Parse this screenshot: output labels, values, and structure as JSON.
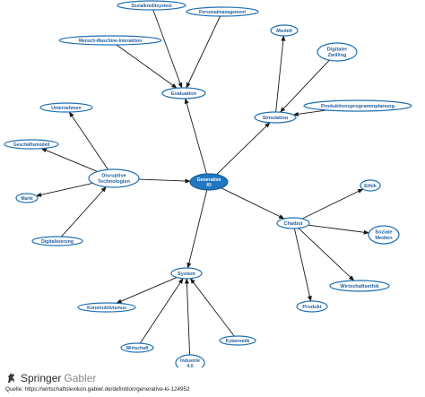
{
  "diagram": {
    "nodes": [
      {
        "id": "center",
        "lines": [
          "Generative",
          "KI"
        ],
        "type": "center"
      },
      {
        "id": "evaluation",
        "lines": [
          "Evaluation"
        ]
      },
      {
        "id": "sozialkredit",
        "lines": [
          "Sozialkreditsystem"
        ]
      },
      {
        "id": "personal",
        "lines": [
          "Personalmanagement"
        ]
      },
      {
        "id": "mmi",
        "lines": [
          "Mensch-Maschine-Interaktion"
        ]
      },
      {
        "id": "simulation",
        "lines": [
          "Simulation"
        ]
      },
      {
        "id": "modell",
        "lines": [
          "Modell"
        ]
      },
      {
        "id": "zwilling",
        "lines": [
          "Digitaler",
          "Zwilling"
        ]
      },
      {
        "id": "produktionsplanung",
        "lines": [
          "Produktionsprogrammplanung"
        ]
      },
      {
        "id": "disruptive",
        "lines": [
          "Disruptive",
          "Technologien"
        ]
      },
      {
        "id": "unternehmen",
        "lines": [
          "Unternehmen"
        ]
      },
      {
        "id": "geschaeftsmodell",
        "lines": [
          "Geschäftsmodell"
        ]
      },
      {
        "id": "markt",
        "lines": [
          "Markt"
        ]
      },
      {
        "id": "digitalisierung",
        "lines": [
          "Digitalisierung"
        ]
      },
      {
        "id": "chatbot",
        "lines": [
          "Chatbot"
        ]
      },
      {
        "id": "ethik",
        "lines": [
          "Ethik"
        ]
      },
      {
        "id": "sozialemedien",
        "lines": [
          "Soziale",
          "Medien"
        ]
      },
      {
        "id": "wirtschaftsethik",
        "lines": [
          "Wirtschaftsethik"
        ]
      },
      {
        "id": "produkt",
        "lines": [
          "Produkt"
        ]
      },
      {
        "id": "system",
        "lines": [
          "System"
        ]
      },
      {
        "id": "konstruktivismus",
        "lines": [
          "Konstruktivismus"
        ]
      },
      {
        "id": "wirtschaft",
        "lines": [
          "Wirtschaft"
        ]
      },
      {
        "id": "industrie",
        "lines": [
          "Industrie",
          "4.0"
        ]
      },
      {
        "id": "kybernetik",
        "lines": [
          "Kybernetik"
        ]
      }
    ],
    "edges": [
      {
        "from": "center",
        "to": "evaluation"
      },
      {
        "from": "center",
        "to": "simulation"
      },
      {
        "from": "center",
        "to": "chatbot"
      },
      {
        "from": "center",
        "to": "system"
      },
      {
        "from": "disruptive",
        "to": "center"
      },
      {
        "from": "sozialkredit",
        "to": "evaluation"
      },
      {
        "from": "personal",
        "to": "evaluation"
      },
      {
        "from": "mmi",
        "to": "evaluation"
      },
      {
        "from": "simulation",
        "to": "modell"
      },
      {
        "from": "zwilling",
        "to": "simulation"
      },
      {
        "from": "produktionsplanung",
        "to": "simulation"
      },
      {
        "from": "disruptive",
        "to": "unternehmen"
      },
      {
        "from": "disruptive",
        "to": "geschaeftsmodell"
      },
      {
        "from": "disruptive",
        "to": "markt"
      },
      {
        "from": "digitalisierung",
        "to": "disruptive"
      },
      {
        "from": "chatbot",
        "to": "ethik"
      },
      {
        "from": "chatbot",
        "to": "sozialemedien"
      },
      {
        "from": "chatbot",
        "to": "wirtschaftsethik"
      },
      {
        "from": "chatbot",
        "to": "produkt"
      },
      {
        "from": "system",
        "to": "konstruktivismus"
      },
      {
        "from": "wirtschaft",
        "to": "system"
      },
      {
        "from": "industrie",
        "to": "system"
      },
      {
        "from": "kybernetik",
        "to": "system"
      }
    ]
  },
  "footer": {
    "brand_name": "Springer",
    "brand_sub": "Gabler",
    "logo_icon": "springer-horse-icon",
    "source": "Quelle: https://wirtschaftslexikon.gabler.de/definition/generative-ki-124952"
  },
  "colors": {
    "node_stroke": "#1f6fb2",
    "node_text": "#1f5f9f",
    "center_fill": "#1f78c1"
  }
}
